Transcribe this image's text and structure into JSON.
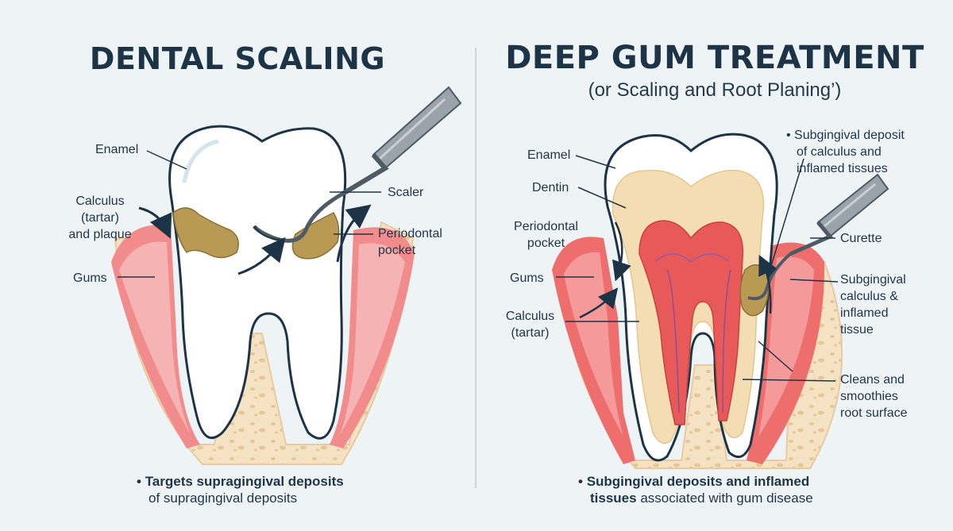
{
  "left": {
    "title": "DENTAL SCALING",
    "labels": {
      "enamel": "Enamel",
      "calculus_line1": "Calculus",
      "calculus_line2": "(tartar)",
      "calculus_line3": "and plaque",
      "gums": "Gums",
      "scaler": "Scaler",
      "periodontal_line1": "Periodontal",
      "periodontal_line2": "pocket"
    },
    "caption": {
      "bullet": "•",
      "bold": "Targets supragingival deposits",
      "line2": "of supragingival deposits"
    }
  },
  "right": {
    "title": "DEEP GUM TREATMENT",
    "subtitle": "(or Scaling and Root Planing’)",
    "labels": {
      "enamel": "Enamel",
      "dentin": "Dentin",
      "periodontal_line1": "Periodontal",
      "periodontal_line2": "pocket",
      "gums": "Gums",
      "calculus_line1": "Calculus",
      "calculus_line2": "(tartar)",
      "sub_deposit_line1": "• Subgingival deposit",
      "sub_deposit_line2": "of calculus and",
      "sub_deposit_line3": "inflamed tissues",
      "curette": "Curette",
      "sub_calc_line1": "Subgingival",
      "sub_calc_line2": "calculus &",
      "sub_calc_line3": "inflamed",
      "sub_calc_line4": "tissue",
      "cleans_line1": "Cleans and",
      "cleans_line2": "smoothies",
      "cleans_line3": "root surface"
    },
    "caption": {
      "bullet": "•",
      "bold_line1": "Subgingival deposits and inflamed",
      "bold_line2": "tissues",
      "rest_line2": "associated with gum disease"
    }
  },
  "colors": {
    "background": "#eef4f6",
    "outline": "#1d3447",
    "gum": "#f08b8b",
    "gum_light": "#f6b3b3",
    "bone": "#f4e2c2",
    "calculus": "#b89a55",
    "enamel": "#ffffff",
    "dentin": "#f5ddb3",
    "pulp": "#e85a5a",
    "instrument": "#8a9299"
  }
}
